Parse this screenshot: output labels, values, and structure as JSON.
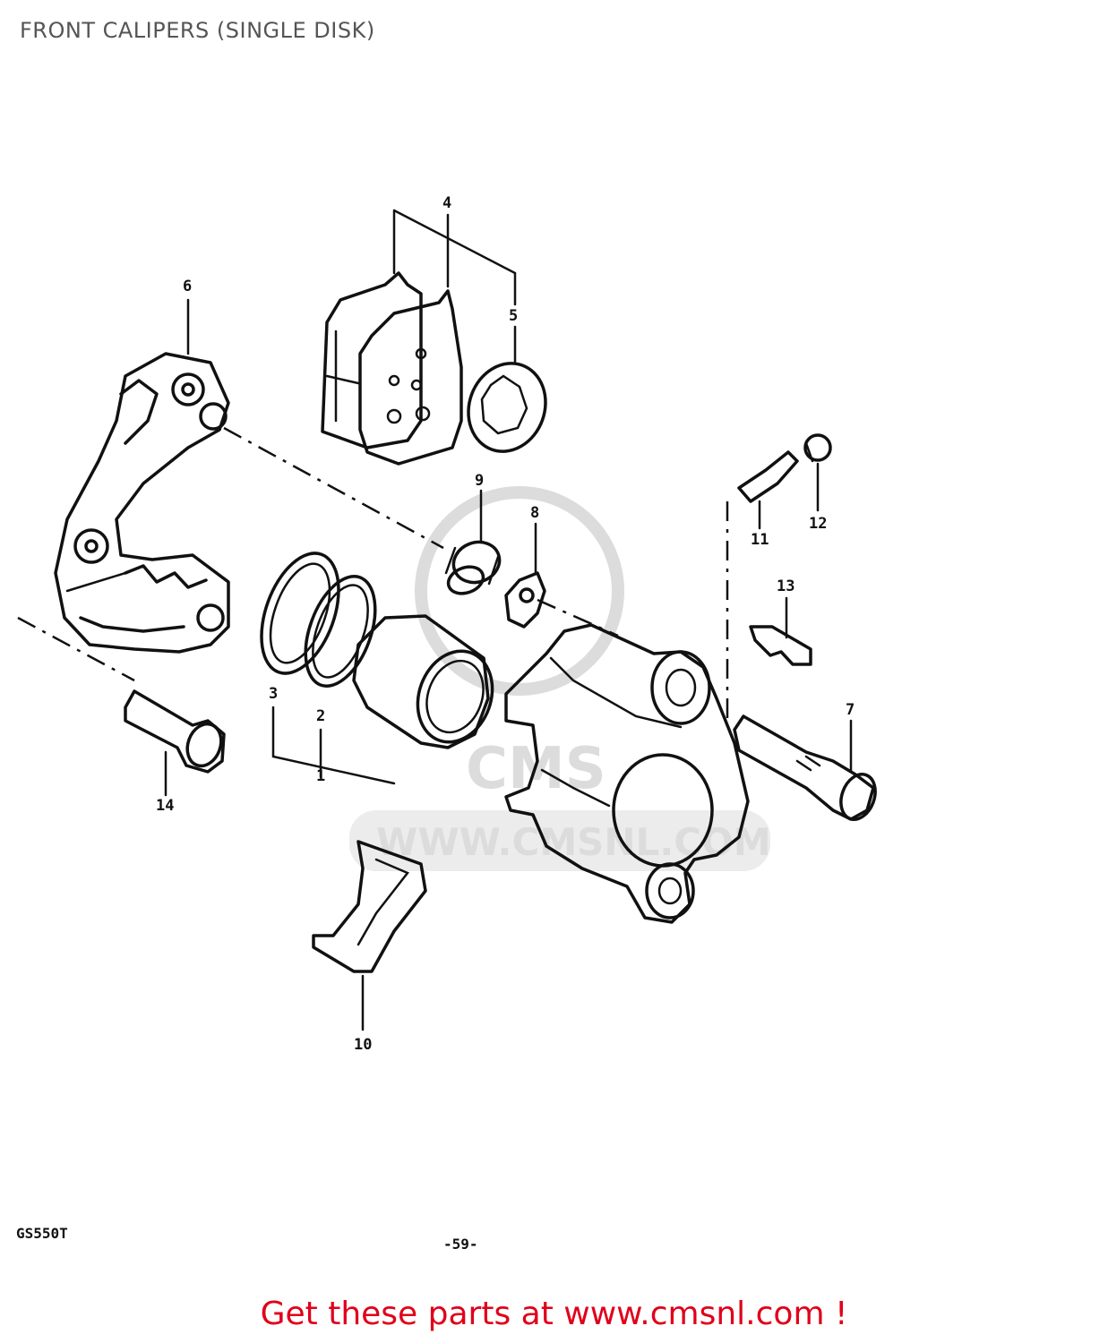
{
  "title": "FRONT CALIPERS (SINGLE DISK)",
  "callouts": [
    "1",
    "2",
    "3",
    "4",
    "5",
    "6",
    "7",
    "8",
    "9",
    "10",
    "11",
    "12",
    "13",
    "14"
  ],
  "footer": {
    "model_code": "GS550T",
    "page_number": "-59-"
  },
  "watermark": {
    "logo_text": "CMS",
    "url_text": "WWW.CMSNL.COM"
  },
  "promo_text": "Get these parts at www.cmsnl.com !",
  "colors": {
    "title": "#555555",
    "promo": "#e0001a",
    "watermark": "#dcdcdc",
    "line_art": "#111111"
  }
}
